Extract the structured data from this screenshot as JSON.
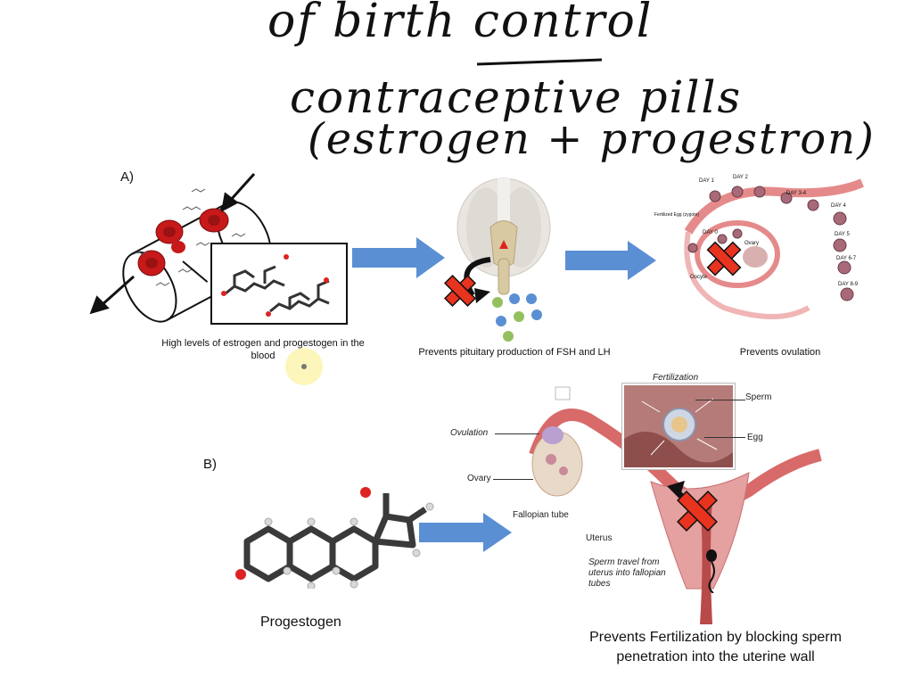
{
  "handwriting": {
    "line1": "of birth control",
    "line2": "contraceptive pills",
    "line3": "(estrogen + progestron)"
  },
  "panel_a": {
    "label": "A)",
    "caption_blood": "High levels of estrogen and progestogen in the blood",
    "caption_pituitary": "Prevents pituitary production of FSH and LH",
    "caption_ovulation": "Prevents ovulation",
    "ovary_labels": {
      "day1": "DAY 1",
      "day2": "DAY 2",
      "day34": "DAY 3-4",
      "day4": "DAY 4",
      "day5": "DAY 5",
      "day67": "DAY 6-7",
      "day89": "DAY 8-9",
      "day0": "DAY 0",
      "fertilized_egg": "Fertilized Egg (zygote)",
      "ovary": "Ovary",
      "oocyte": "Oocyte"
    }
  },
  "panel_b": {
    "label": "B)",
    "molecule_caption": "Progestogen",
    "fertilization_title": "Fertilization",
    "sperm": "Sperm",
    "egg": "Egg",
    "ovulation": "Ovulation",
    "ovary": "Ovary",
    "fallopian_tube": "Fallopian tube",
    "uterus": "Uterus",
    "sperm_travel": "Sperm travel from uterus into fallopian tubes",
    "bottom_caption": "Prevents Fertilization by blocking sperm penetration into the uterine wall"
  },
  "colors": {
    "arrow_blue": "#5b8fd3",
    "block_red": "#e8331f",
    "blood_cell": "#c8191a",
    "tissue_pink": "#e58a8a"
  }
}
